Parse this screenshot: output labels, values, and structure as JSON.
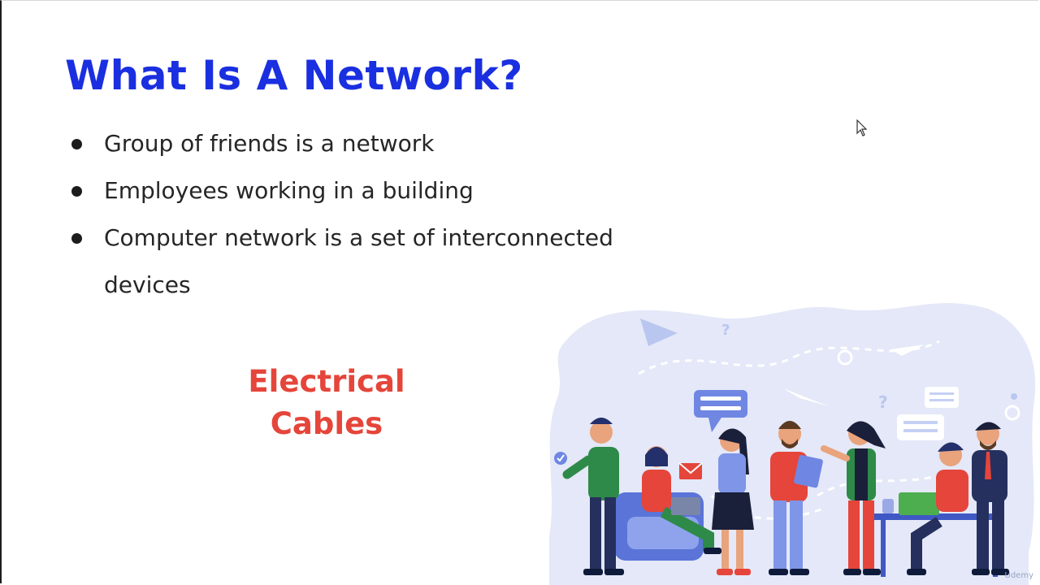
{
  "slide": {
    "title": "What Is A Network?",
    "bullets": [
      {
        "text": "Group of friends is a network"
      },
      {
        "text": "Employees working in a building"
      },
      {
        "text": "Computer network is a set of interconnected devices"
      }
    ],
    "callout": {
      "line1": "Electrical",
      "line2": "Cables"
    },
    "watermark": "Udemy"
  },
  "colors": {
    "title": "#1a2fe0",
    "callout": "#e5453a",
    "blob": "#e4e8f8",
    "accent_blue": "#6f87e3"
  },
  "icons": [
    "mouse-cursor-icon",
    "speech-bubble-icon",
    "paper-plane-icon",
    "question-mark-icon",
    "check-icon",
    "envelope-icon"
  ]
}
